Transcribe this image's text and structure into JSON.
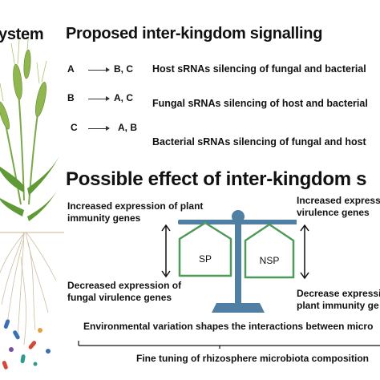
{
  "corner_title": "ystem",
  "signalling": {
    "title": "Proposed inter-kingdom signalling",
    "rows": [
      {
        "source": "A",
        "targets": "B, C",
        "description": "Host sRNAs silencing of fungal and bacterial"
      },
      {
        "source": "B",
        "targets": "A, C",
        "description": "Fungal sRNAs silencing of host and bacterial"
      },
      {
        "source": "C",
        "targets": "A, B",
        "description": "Bacterial sRNAs silencing of fungal and host"
      }
    ]
  },
  "effect": {
    "title": "Possible effect of inter-kingdom s",
    "left_top": [
      "Increased expression of plant",
      "immunity genes"
    ],
    "left_bottom": [
      "Decreased expression of",
      "fungal virulence genes"
    ],
    "right_top": [
      "Increased expressi",
      "virulence genes"
    ],
    "right_bottom": [
      "Decrease expressi",
      "plant immunity ge"
    ],
    "pan_left": "SP",
    "pan_right": "NSP",
    "environment": "Environmental variation shapes the interactions between micro",
    "fine_tuning": "Fine tuning  of rhizosphere microbiota composition"
  },
  "colors": {
    "scale_blue": "#4f7fa3",
    "pan_green": "#4e9a5a",
    "wheat": "#6a9d3a"
  }
}
